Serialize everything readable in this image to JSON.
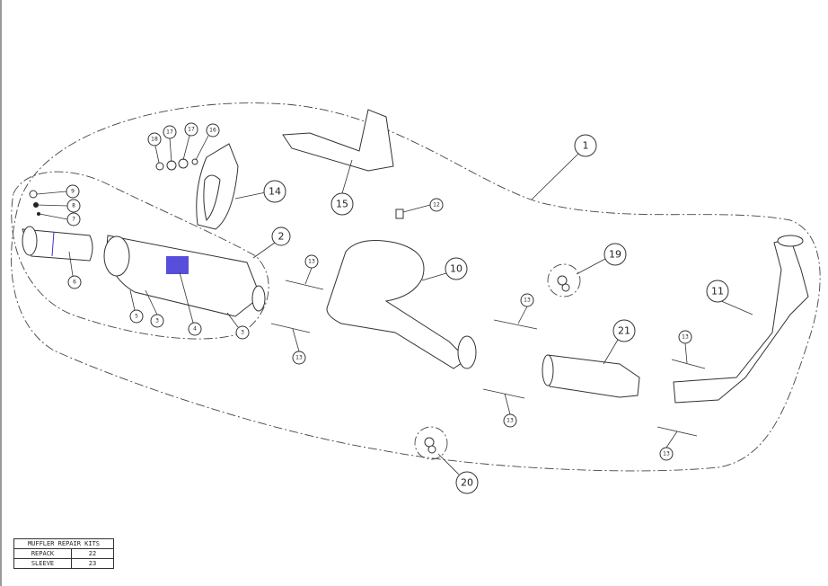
{
  "callouts": [
    {
      "label": "1"
    },
    {
      "label": "2"
    },
    {
      "label": "3"
    },
    {
      "label": "3"
    },
    {
      "label": "4"
    },
    {
      "label": "5"
    },
    {
      "label": "6"
    },
    {
      "label": "7"
    },
    {
      "label": "8"
    },
    {
      "label": "9"
    },
    {
      "label": "10"
    },
    {
      "label": "11"
    },
    {
      "label": "12"
    },
    {
      "label": "13"
    },
    {
      "label": "13"
    },
    {
      "label": "13"
    },
    {
      "label": "13"
    },
    {
      "label": "13"
    },
    {
      "label": "13"
    },
    {
      "label": "14"
    },
    {
      "label": "15"
    },
    {
      "label": "16"
    },
    {
      "label": "17"
    },
    {
      "label": "17"
    },
    {
      "label": "18"
    },
    {
      "label": "19"
    },
    {
      "label": "20"
    },
    {
      "label": "21"
    }
  ],
  "logo": {
    "brand_color": "#3b2fd6"
  },
  "repair_kits": {
    "title": "MUFFLER REPAIR KITS",
    "rows": [
      {
        "name": "REPACK",
        "number": "22"
      },
      {
        "name": "SLEEVE",
        "number": "23"
      }
    ]
  }
}
